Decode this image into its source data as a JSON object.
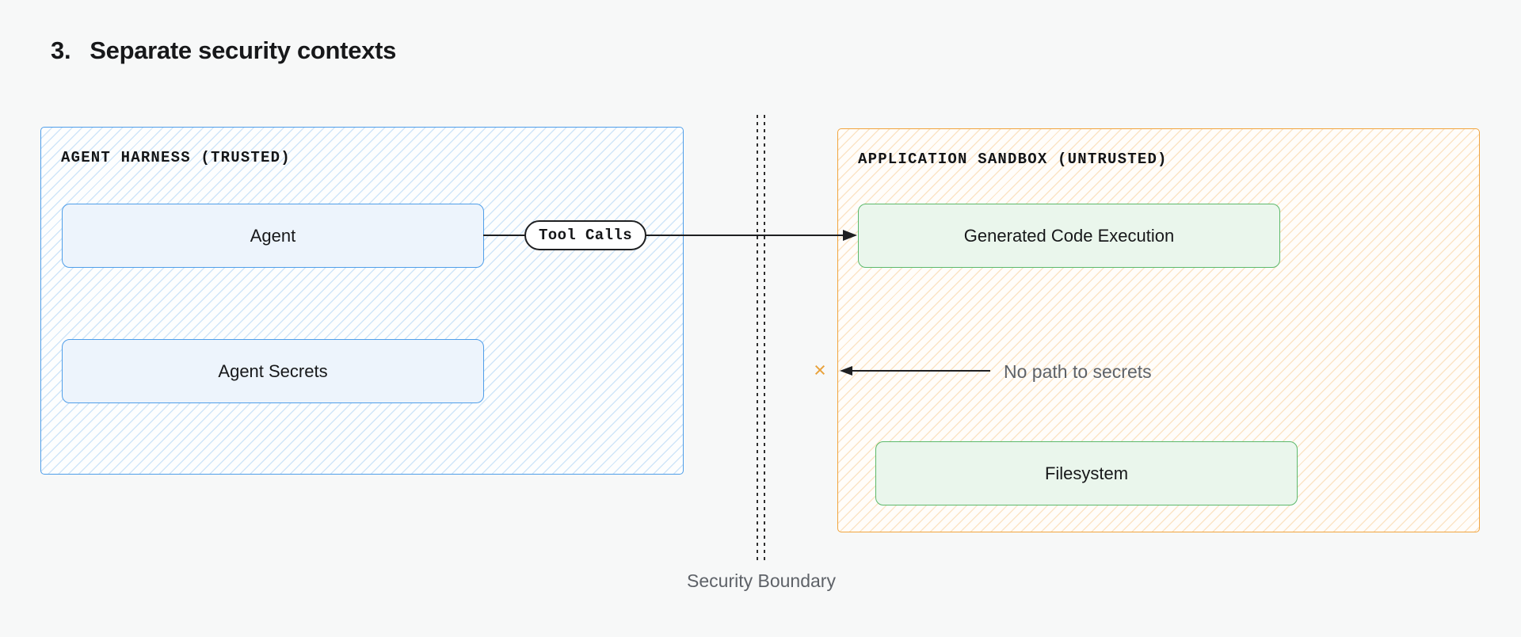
{
  "page": {
    "title_number": "3.",
    "title_text": "Separate security contexts",
    "background_color": "#f7f8f8"
  },
  "trusted_zone": {
    "label": "AGENT HARNESS (TRUSTED)",
    "accent_color": "#4f9ee9",
    "node_fill_color": "#edf4fc",
    "nodes": [
      {
        "label": "Agent"
      },
      {
        "label": "Agent Secrets"
      }
    ]
  },
  "untrusted_zone": {
    "label": "APPLICATION SANDBOX (UNTRUSTED)",
    "accent_color": "#f1a43e",
    "node_accent_color": "#5cb96b",
    "node_fill_color": "#eaf6ec",
    "nodes": [
      {
        "label": "Generated Code Execution"
      },
      {
        "label": "Filesystem"
      }
    ]
  },
  "connections": {
    "tool_calls": {
      "label": "Tool Calls"
    },
    "no_path": {
      "label": "No path to secrets",
      "blocked_glyph": "×",
      "blocked_color": "#e9a23b"
    }
  },
  "boundary": {
    "label": "Security Boundary",
    "text_color": "#5e6268"
  }
}
